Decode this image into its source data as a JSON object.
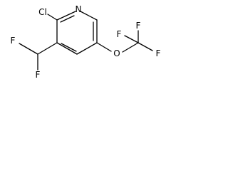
{
  "molecule": {
    "atoms": {
      "n": "N",
      "cl": "Cl",
      "o": "O",
      "f_chf2_top": "F",
      "f_chf2_bottom": "F",
      "f_cf3_top": "F",
      "f_cf3_left": "F",
      "f_cf3_right": "F"
    }
  }
}
